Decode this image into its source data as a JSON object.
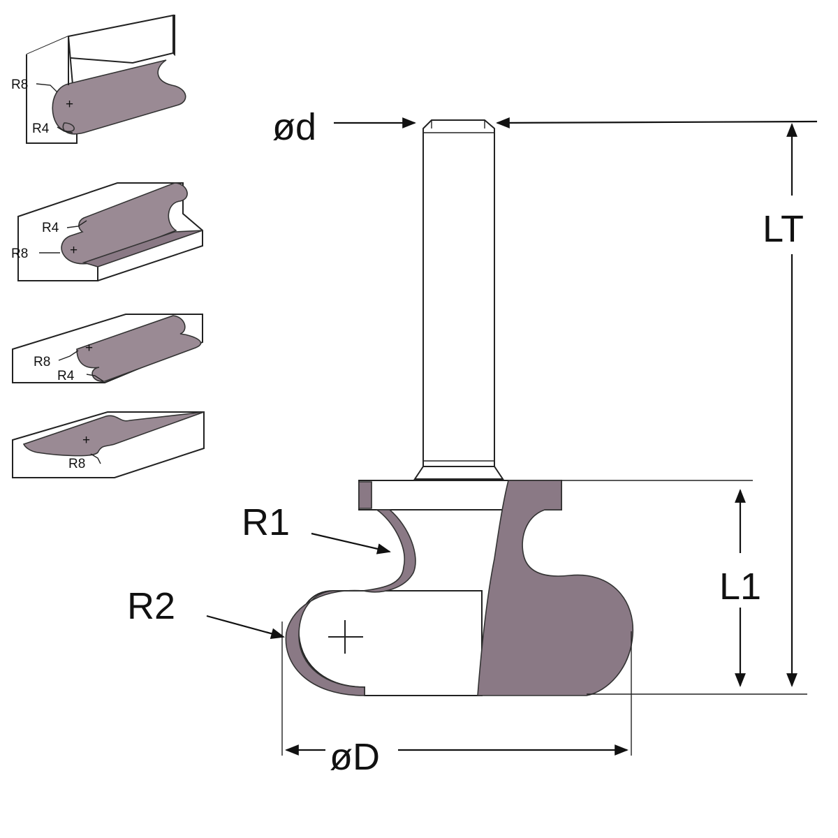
{
  "colors": {
    "profile": "#9a8a94",
    "profile_dark": "#8a7985",
    "line": "#111111",
    "background": "#ffffff"
  },
  "labels": {
    "shank_diameter": "ød",
    "total_length": "LT",
    "cutting_length": "L1",
    "cutting_diameter": "øD",
    "radius_1": "R1",
    "radius_2": "R2"
  },
  "profiles": [
    {
      "labels": [
        "R8",
        "R4"
      ]
    },
    {
      "labels": [
        "R4",
        "R8"
      ]
    },
    {
      "labels": [
        "R8",
        "R4"
      ]
    },
    {
      "labels": [
        "R8"
      ]
    }
  ]
}
